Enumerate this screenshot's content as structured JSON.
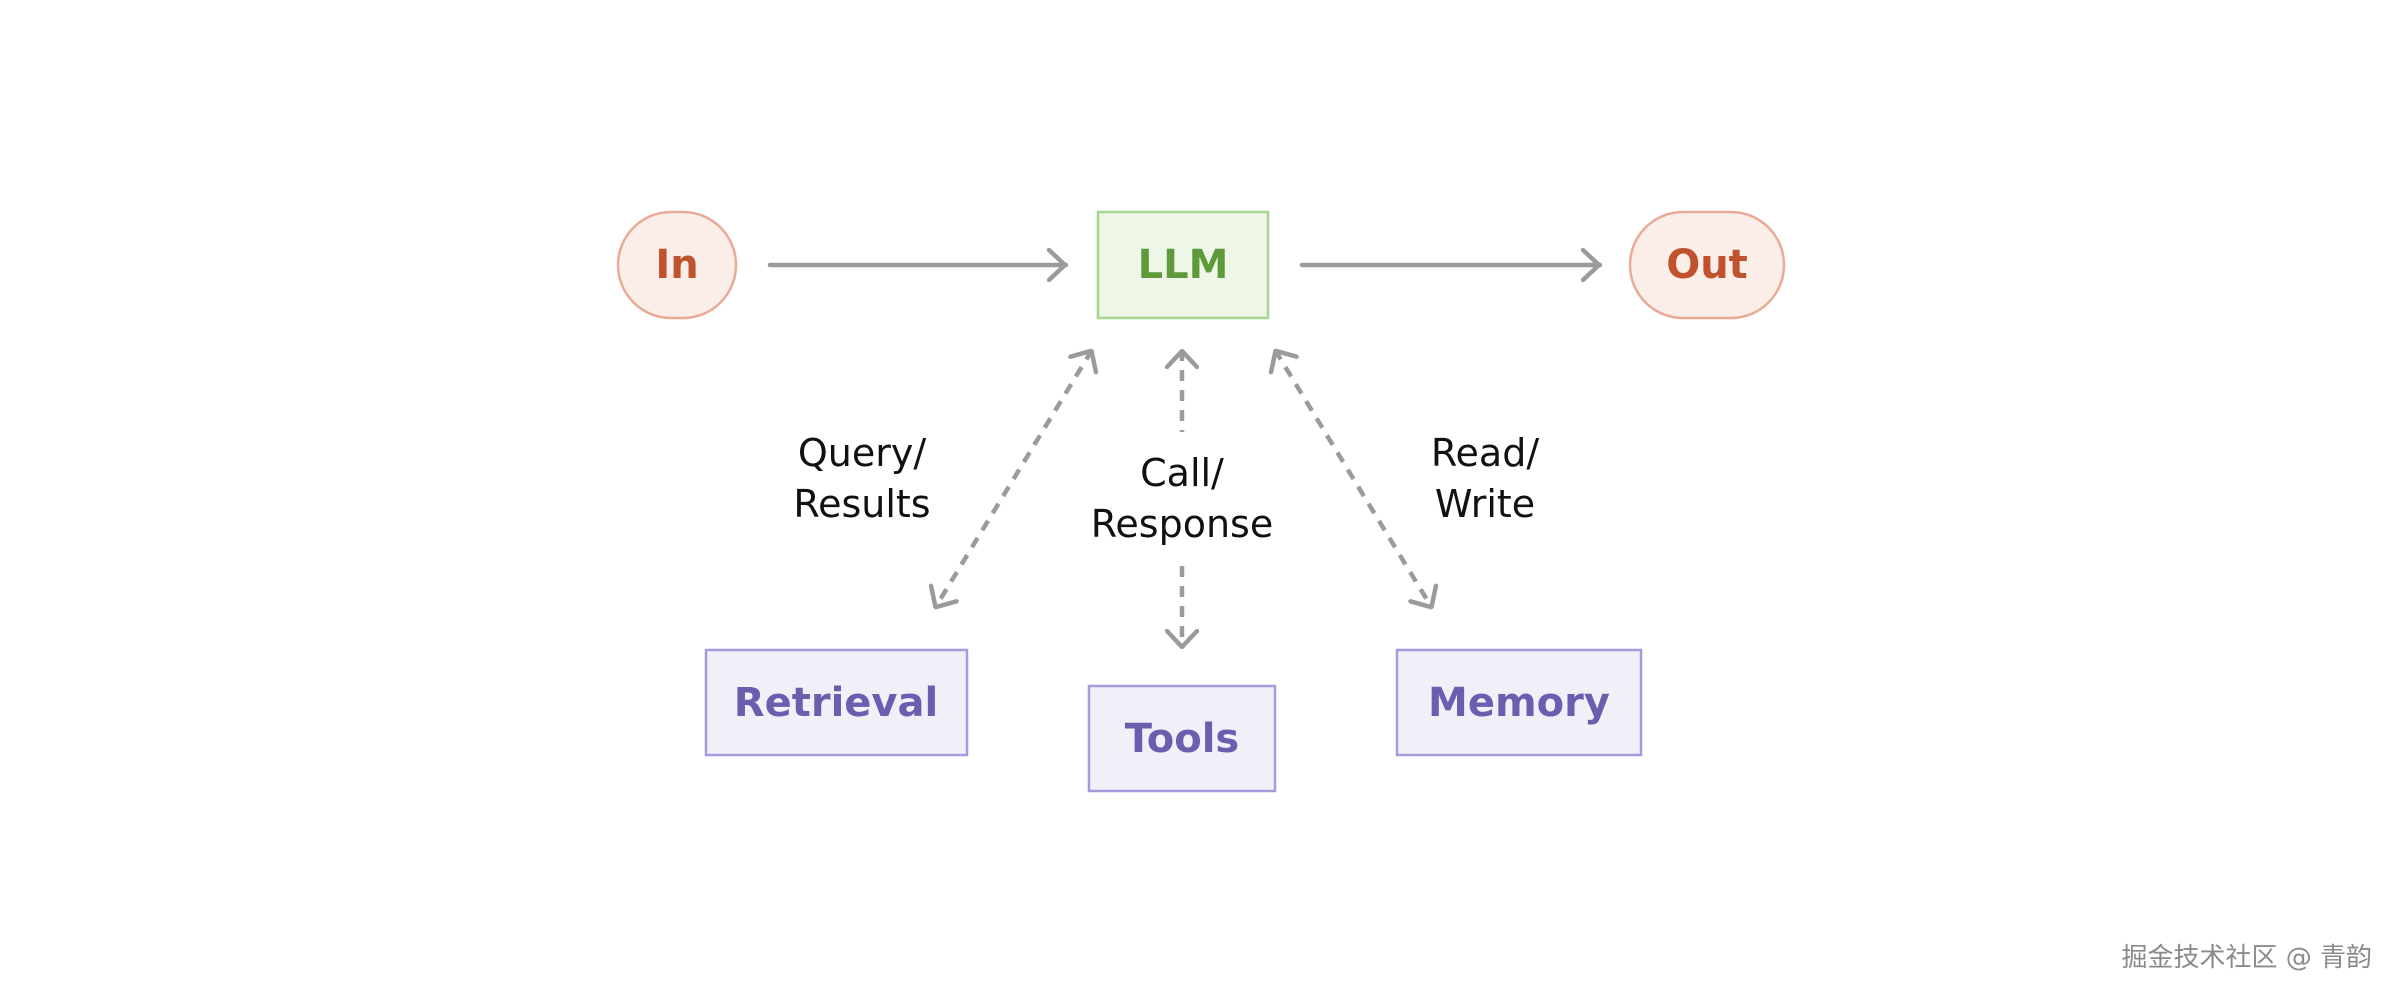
{
  "diagram": {
    "nodes": {
      "in": {
        "label": "In"
      },
      "llm": {
        "label": "LLM"
      },
      "out": {
        "label": "Out"
      },
      "retrieval": {
        "label": "Retrieval"
      },
      "tools": {
        "label": "Tools"
      },
      "memory": {
        "label": "Memory"
      }
    },
    "edges": {
      "retrieval": {
        "line1": "Query/",
        "line2": "Results"
      },
      "tools": {
        "line1": "Call/",
        "line2": "Response"
      },
      "memory": {
        "line1": "Read/",
        "line2": "Write"
      }
    }
  },
  "watermark": "掘金技术社区 @ 青韵",
  "colors": {
    "io_fill": "#fbeee8",
    "io_stroke": "#e8ab98",
    "io_text": "#c0522e",
    "llm_fill": "#eef6e8",
    "llm_stroke": "#a6d68f",
    "llm_text": "#5e9a3a",
    "aug_fill": "#f1f0f9",
    "aug_stroke": "#a59bdc",
    "aug_text": "#6a5fae",
    "arrow": "#9b9b9b"
  }
}
